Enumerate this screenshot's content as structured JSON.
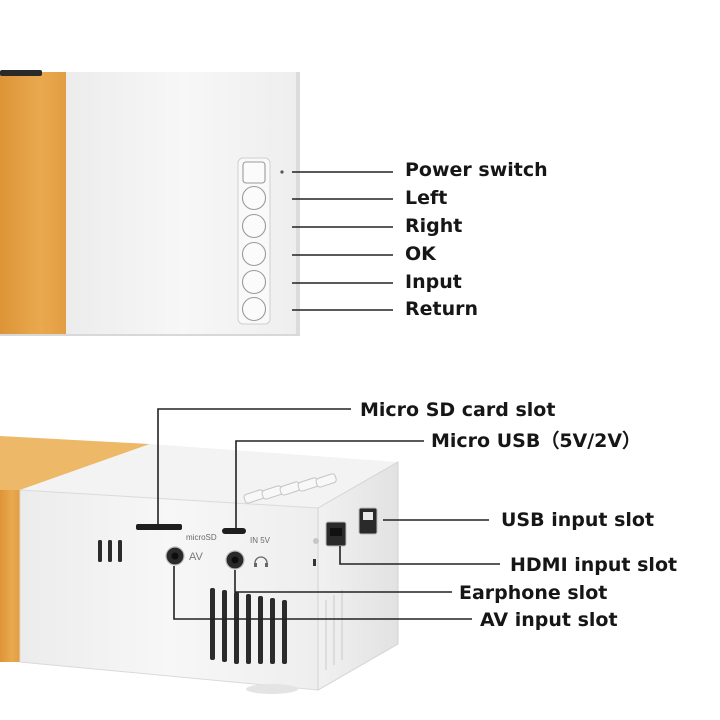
{
  "top_view": {
    "callouts": [
      {
        "label": "Power switch"
      },
      {
        "label": "Left"
      },
      {
        "label": "Right"
      },
      {
        "label": "OK"
      },
      {
        "label": "Input"
      },
      {
        "label": "Return"
      }
    ]
  },
  "bottom_view": {
    "port_markings": {
      "microsd": "microSD",
      "power_in": "IN 5V",
      "av": "AV",
      "headphone": "headphone-icon"
    },
    "callouts": [
      {
        "label": "Micro SD card slot"
      },
      {
        "label": "Micro USB（5V/2V）"
      },
      {
        "label": "USB input slot"
      },
      {
        "label": "HDMI input slot"
      },
      {
        "label": "Earphone slot"
      },
      {
        "label": "AV input slot"
      }
    ]
  },
  "colors": {
    "body_orange": "#e8a549",
    "body_white": "#f4f4f4",
    "callout_line": "#222222",
    "text": "#161616"
  }
}
